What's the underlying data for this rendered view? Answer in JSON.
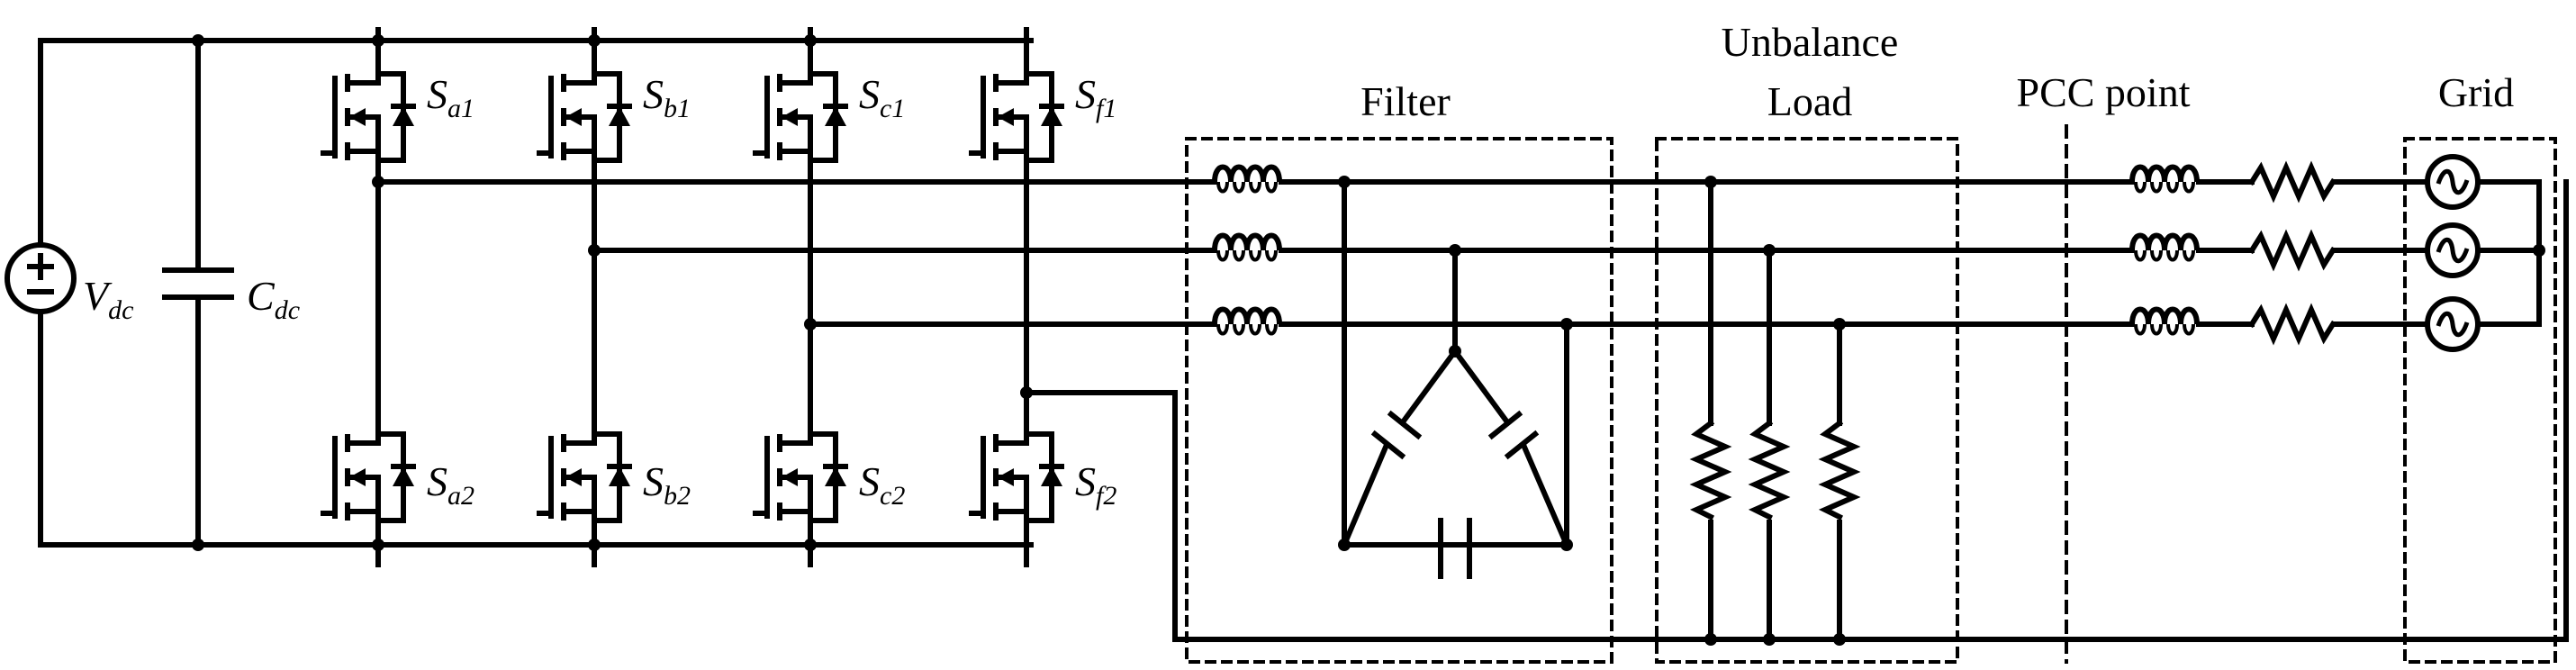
{
  "diagram": {
    "source": {
      "symbol": "V",
      "sub": "dc"
    },
    "capacitor": {
      "symbol": "C",
      "sub": "dc"
    },
    "switches": [
      {
        "symbol": "S",
        "sub": "a1"
      },
      {
        "symbol": "S",
        "sub": "b1"
      },
      {
        "symbol": "S",
        "sub": "c1"
      },
      {
        "symbol": "S",
        "sub": "f1"
      },
      {
        "symbol": "S",
        "sub": "a2"
      },
      {
        "symbol": "S",
        "sub": "b2"
      },
      {
        "symbol": "S",
        "sub": "c2"
      },
      {
        "symbol": "S",
        "sub": "f2"
      }
    ],
    "blocks": {
      "filter": "Filter",
      "load_line1": "Unbalance",
      "load_line2": "Load",
      "pcc": "PCC point",
      "grid": "Grid"
    },
    "ac_source_glyph": "~",
    "colors": {
      "stroke": "#000000",
      "background": "#ffffff"
    }
  }
}
